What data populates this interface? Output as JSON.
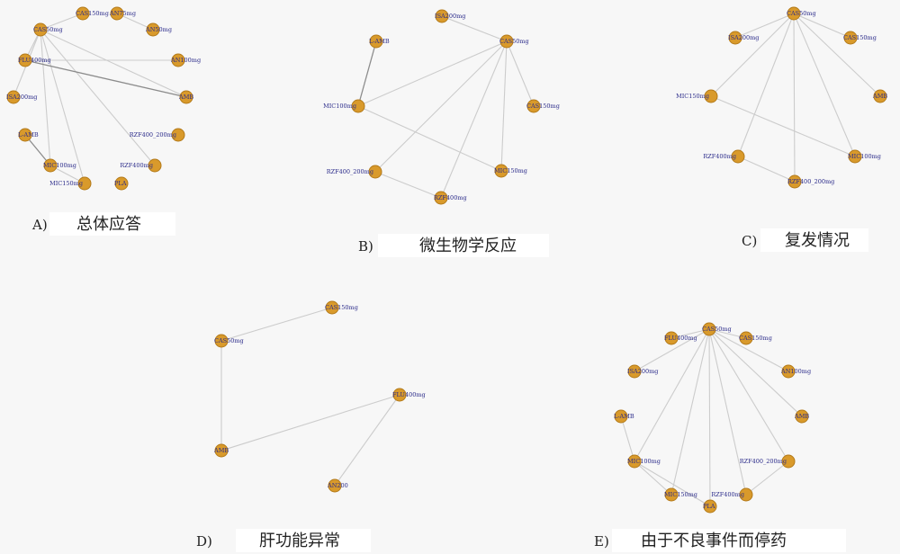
{
  "panels": [
    {
      "id": "A",
      "letter": "A)",
      "caption": "总体应答",
      "nodes": [
        {
          "id": "CAS150",
          "label": "CAS150mg"
        },
        {
          "id": "AN75",
          "label": "AN75mg"
        },
        {
          "id": "CAS50",
          "label": "CAS50mg"
        },
        {
          "id": "AN50",
          "label": "AN50mg"
        },
        {
          "id": "FLU",
          "label": "FLU400mg"
        },
        {
          "id": "AN100",
          "label": "AN100mg"
        },
        {
          "id": "ISA",
          "label": "ISA200mg"
        },
        {
          "id": "AMB",
          "label": "AMB"
        },
        {
          "id": "LAMB",
          "label": "L-AMB"
        },
        {
          "id": "RZF",
          "label": "RZF400_200mg"
        },
        {
          "id": "RZF400",
          "label": "RZF400mg"
        },
        {
          "id": "MIC100",
          "label": "MIC100mg"
        },
        {
          "id": "MIC150",
          "label": "MIC150mg"
        },
        {
          "id": "PLA",
          "label": "PLA"
        }
      ],
      "edges": [
        [
          "CAS50",
          "CAS150",
          false
        ],
        [
          "CAS50",
          "FLU",
          false
        ],
        [
          "CAS50",
          "ISA",
          false
        ],
        [
          "CAS50",
          "MIC100",
          false
        ],
        [
          "CAS50",
          "MIC150",
          false
        ],
        [
          "CAS50",
          "RZF400",
          false
        ],
        [
          "CAS50",
          "AMB",
          false
        ],
        [
          "FLU",
          "AMB",
          true
        ],
        [
          "FLU",
          "AN100",
          false
        ],
        [
          "LAMB",
          "MIC100",
          true
        ],
        [
          "MIC100",
          "MIC150",
          false
        ],
        [
          "AN75",
          "AN50",
          false
        ]
      ]
    },
    {
      "id": "B",
      "letter": "B)",
      "caption": "微生物学反应",
      "nodes": [
        {
          "id": "ISA",
          "label": "ISA200mg"
        },
        {
          "id": "CAS50",
          "label": "CAS50mg"
        },
        {
          "id": "LAMB",
          "label": "L-AMB"
        },
        {
          "id": "MIC100",
          "label": "MIC100mg"
        },
        {
          "id": "CAS150",
          "label": "CAS150mg"
        },
        {
          "id": "RZF",
          "label": "RZF400_200mg"
        },
        {
          "id": "MIC150",
          "label": "MIC150mg"
        },
        {
          "id": "RZF400",
          "label": "RZF400mg"
        }
      ],
      "edges": [
        [
          "CAS50",
          "ISA",
          false
        ],
        [
          "CAS50",
          "MIC100",
          false
        ],
        [
          "CAS50",
          "CAS150",
          false
        ],
        [
          "CAS50",
          "RZF",
          false
        ],
        [
          "CAS50",
          "RZF400",
          false
        ],
        [
          "CAS50",
          "MIC150",
          false
        ],
        [
          "LAMB",
          "MIC100",
          true
        ],
        [
          "MIC100",
          "MIC150",
          false
        ],
        [
          "RZF",
          "RZF400",
          false
        ]
      ]
    },
    {
      "id": "C",
      "letter": "C)",
      "caption": "复发情况",
      "nodes": [
        {
          "id": "CAS50",
          "label": "CAS50mg"
        },
        {
          "id": "ISA",
          "label": "ISA200mg"
        },
        {
          "id": "CAS150",
          "label": "CAS150mg"
        },
        {
          "id": "MIC150",
          "label": "MIC150mg"
        },
        {
          "id": "AMB",
          "label": "AMB"
        },
        {
          "id": "RZF400",
          "label": "RZF400mg"
        },
        {
          "id": "MIC100",
          "label": "MIC100mg"
        },
        {
          "id": "RZF",
          "label": "RZF400_200mg"
        }
      ],
      "edges": [
        [
          "CAS50",
          "ISA",
          false
        ],
        [
          "CAS50",
          "CAS150",
          false
        ],
        [
          "CAS50",
          "MIC150",
          false
        ],
        [
          "CAS50",
          "AMB",
          false
        ],
        [
          "CAS50",
          "RZF400",
          false
        ],
        [
          "CAS50",
          "MIC100",
          false
        ],
        [
          "CAS50",
          "RZF",
          false
        ],
        [
          "MIC150",
          "MIC100",
          false
        ],
        [
          "RZF400",
          "RZF",
          false
        ]
      ]
    },
    {
      "id": "D",
      "letter": "D)",
      "caption": "肝功能异常",
      "nodes": [
        {
          "id": "CAS150",
          "label": "CAS150mg"
        },
        {
          "id": "CAS50",
          "label": "CAS50mg"
        },
        {
          "id": "FLU",
          "label": "FLU400mg"
        },
        {
          "id": "AMB",
          "label": "AMB"
        },
        {
          "id": "AN200",
          "label": "AN200"
        }
      ],
      "edges": [
        [
          "CAS50",
          "CAS150",
          false
        ],
        [
          "CAS50",
          "AMB",
          false
        ],
        [
          "AMB",
          "FLU",
          false
        ],
        [
          "FLU",
          "AN200",
          false
        ]
      ]
    },
    {
      "id": "E",
      "letter": "E)",
      "caption": "由于不良事件而停药",
      "nodes": [
        {
          "id": "CAS50",
          "label": "CAS50mg"
        },
        {
          "id": "FLU",
          "label": "FLU400mg"
        },
        {
          "id": "CAS150",
          "label": "CAS150mg"
        },
        {
          "id": "ISA",
          "label": "ISA200mg"
        },
        {
          "id": "AN100",
          "label": "AN100mg"
        },
        {
          "id": "LAMB",
          "label": "L-AMB"
        },
        {
          "id": "AMB",
          "label": "AMB"
        },
        {
          "id": "MIC100",
          "label": "MIC100mg"
        },
        {
          "id": "RZF",
          "label": "RZF400_200mg"
        },
        {
          "id": "MIC150",
          "label": "MIC150mg"
        },
        {
          "id": "PLA",
          "label": "PLA"
        },
        {
          "id": "RZF400",
          "label": "RZF400mg"
        }
      ],
      "edges": [
        [
          "CAS50",
          "FLU",
          false
        ],
        [
          "CAS50",
          "CAS150",
          false
        ],
        [
          "CAS50",
          "ISA",
          false
        ],
        [
          "CAS50",
          "AN100",
          false
        ],
        [
          "CAS50",
          "AMB",
          false
        ],
        [
          "CAS50",
          "MIC100",
          false
        ],
        [
          "CAS50",
          "MIC150",
          false
        ],
        [
          "CAS50",
          "PLA",
          false
        ],
        [
          "CAS50",
          "RZF400",
          false
        ],
        [
          "CAS50",
          "RZF",
          false
        ],
        [
          "LAMB",
          "MIC100",
          false
        ],
        [
          "MIC100",
          "MIC150",
          false
        ],
        [
          "MIC100",
          "PLA",
          false
        ],
        [
          "RZF",
          "RZF400",
          false
        ]
      ]
    }
  ]
}
